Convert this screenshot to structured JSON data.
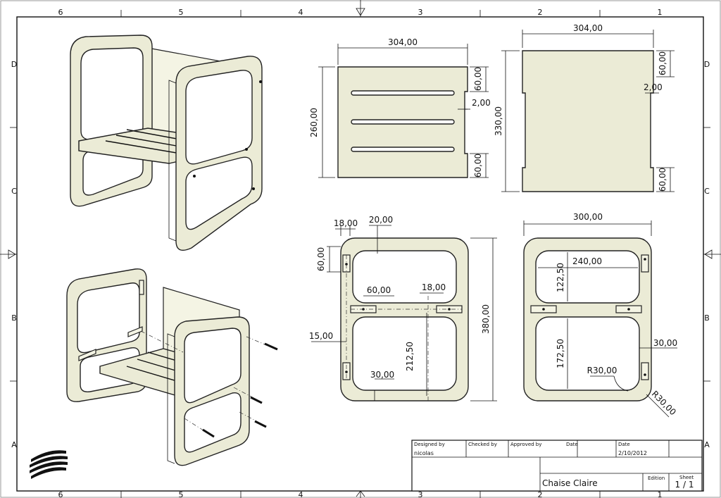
{
  "border": {
    "columns": [
      "6",
      "5",
      "4",
      "3",
      "2",
      "1"
    ],
    "rows": [
      "D",
      "C",
      "B",
      "A"
    ]
  },
  "dimensions": {
    "front_width": "304,00",
    "front_height": "260,00",
    "front_slot_top": "60,00",
    "front_offset": "2,00",
    "front_slot_bottom": "60,00",
    "side_width": "304,00",
    "side_height": "330,00",
    "side_top": "60,00",
    "side_offset": "2,00",
    "side_bottom": "60,00",
    "panel_a_18": "18,00",
    "panel_a_20": "20,00",
    "panel_a_60v": "60,00",
    "panel_a_60h": "60,00",
    "panel_a_18b": "18,00",
    "panel_a_15": "15,00",
    "panel_a_212": "212,50",
    "panel_a_30": "30,00",
    "panel_a_380": "380,00",
    "panel_b_300": "300,00",
    "panel_b_240": "240,00",
    "panel_b_122": "122,50",
    "panel_b_172": "172,50",
    "panel_b_30": "30,00",
    "panel_b_r30": "R30,00",
    "panel_b_r30b": "R30,00"
  },
  "title_block": {
    "designed_by_label": "Designed by",
    "checked_by_label": "Checked by",
    "approved_by_label": "Approved by",
    "date_label_1": "Date",
    "date_label_2": "Date",
    "designer": "nicolas",
    "date": "2/10/2012",
    "title": "Chaise Claire",
    "edition_label": "Edition",
    "sheet_label": "Sheet",
    "sheet_value": "1 / 1"
  },
  "colors": {
    "part_fill": "#ebebd6",
    "line": "#222222"
  }
}
